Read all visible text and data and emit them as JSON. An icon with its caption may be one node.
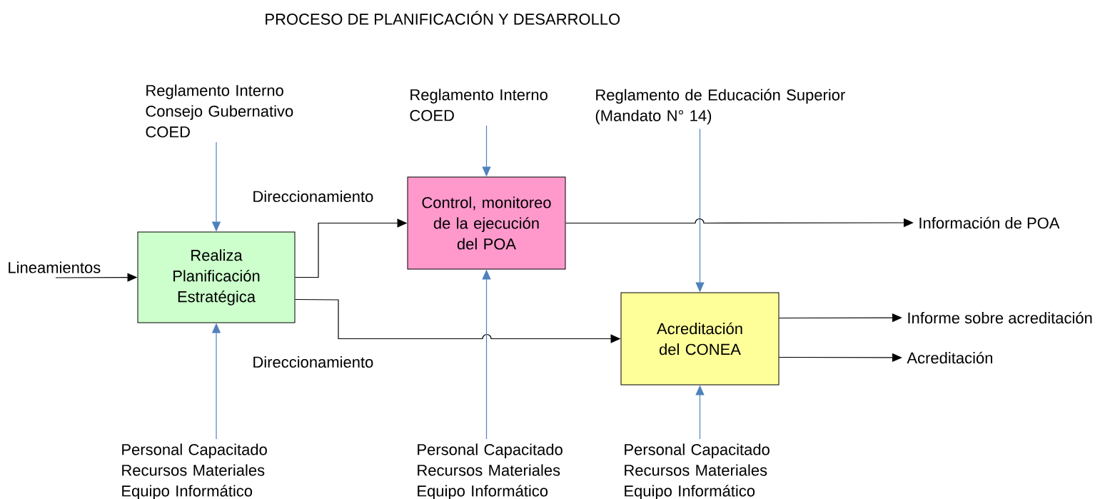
{
  "diagram": {
    "title": "PROCESO DE PLANIFICACIÓN Y DESARROLLO",
    "nodes": [
      {
        "text": [
          "Realiza Planificación Estratégica"
        ]
      },
      {
        "text": [
          "Control, monitoreo de la ejecución del POA"
        ]
      },
      {
        "text": [
          "Acreditación del CONEA"
        ]
      },
      {
        "text": [
          "Lineamientos"
        ]
      },
      {
        "text": [
          "Reglamento Interno Consejo Gubernativo COED"
        ]
      },
      {
        "text": [
          "Personal Capacitado Recursos Materiales Equipo Informático"
        ]
      },
      {
        "text": [
          "Reglamento Interno COED"
        ]
      },
      {
        "text": [
          "Personal Capacitado Recursos Materiales Equipo Informático"
        ]
      },
      {
        "text": [
          "Reglamento de Educación Superior (Mandato N° 14)"
        ]
      },
      {
        "text": [
          "Personal Capacitado Recursos Materiales Equipo Informático"
        ]
      },
      {
        "text": [
          "Información de POA"
        ]
      },
      {
        "text": [
          "Informe sobre acreditación"
        ]
      },
      {
        "text": [
          "Acreditación"
        ]
      }
    ],
    "edges": [
      {
        "from": 3,
        "to": 0,
        "arrow": "to"
      },
      {
        "from": 4,
        "to": 0,
        "arrow": "to",
        "color": "#4f81bd"
      },
      {
        "from": 5,
        "to": 0,
        "arrow": "to",
        "color": "#4f81bd"
      },
      {
        "from": 0,
        "to": 1,
        "arrow": "to",
        "label": "Direccionamiento"
      },
      {
        "from": 0,
        "to": 2,
        "arrow": "to",
        "label": "Direccionamiento"
      },
      {
        "from": 6,
        "to": 1,
        "arrow": "to",
        "color": "#4f81bd"
      },
      {
        "from": 7,
        "to": 1,
        "arrow": "to",
        "color": "#4f81bd"
      },
      {
        "from": 8,
        "to": 2,
        "arrow": "to",
        "color": "#4f81bd"
      },
      {
        "from": 9,
        "to": 2,
        "arrow": "to",
        "color": "#4f81bd"
      },
      {
        "from": 1,
        "to": 10,
        "arrow": "to"
      },
      {
        "from": 2,
        "to": 11,
        "arrow": "to"
      },
      {
        "from": 2,
        "to": 12,
        "arrow": "to"
      }
    ]
  }
}
